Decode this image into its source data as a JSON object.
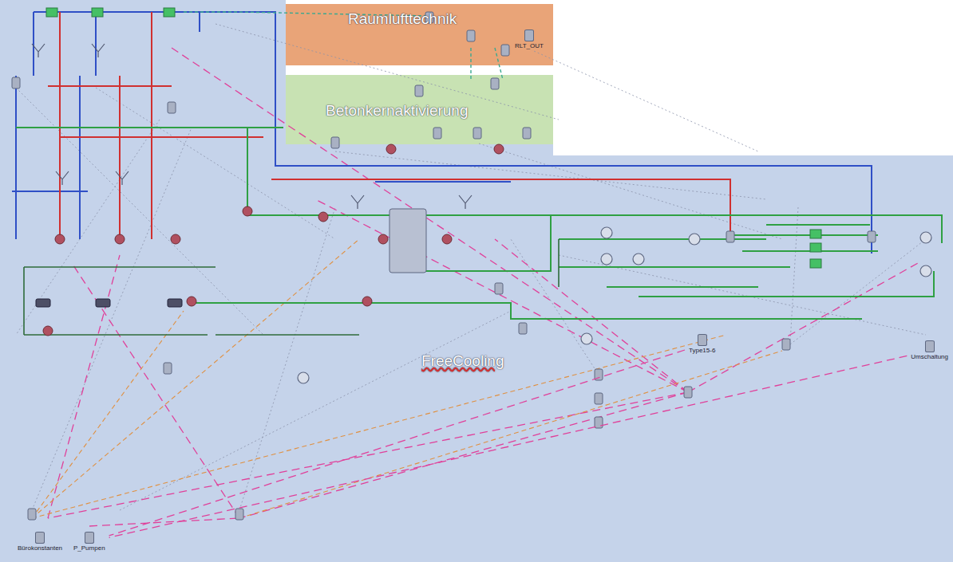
{
  "diagram": {
    "nodes": [
      {
        "text": [
          "Raumlufttechnik"
        ]
      },
      {
        "text": [
          "RLT_OUT"
        ],
        "in": 0
      },
      {
        "text": [
          "Betonkernaktivierung"
        ]
      },
      {
        "text": [
          "FreeCooling"
        ]
      },
      {
        "text": [
          "Type15-6"
        ],
        "in": 3
      },
      {
        "text": [
          "Umschaltung"
        ],
        "in": 3
      },
      {
        "text": [
          "Bürokonstanten"
        ],
        "in": 3
      },
      {
        "text": [
          "P_Pumpen"
        ],
        "in": 3
      }
    ],
    "edges": [
      {
        "from": 4,
        "to": 7,
        "arrow": "none"
      },
      {
        "from": 5,
        "to": 7,
        "arrow": "none"
      }
    ]
  }
}
